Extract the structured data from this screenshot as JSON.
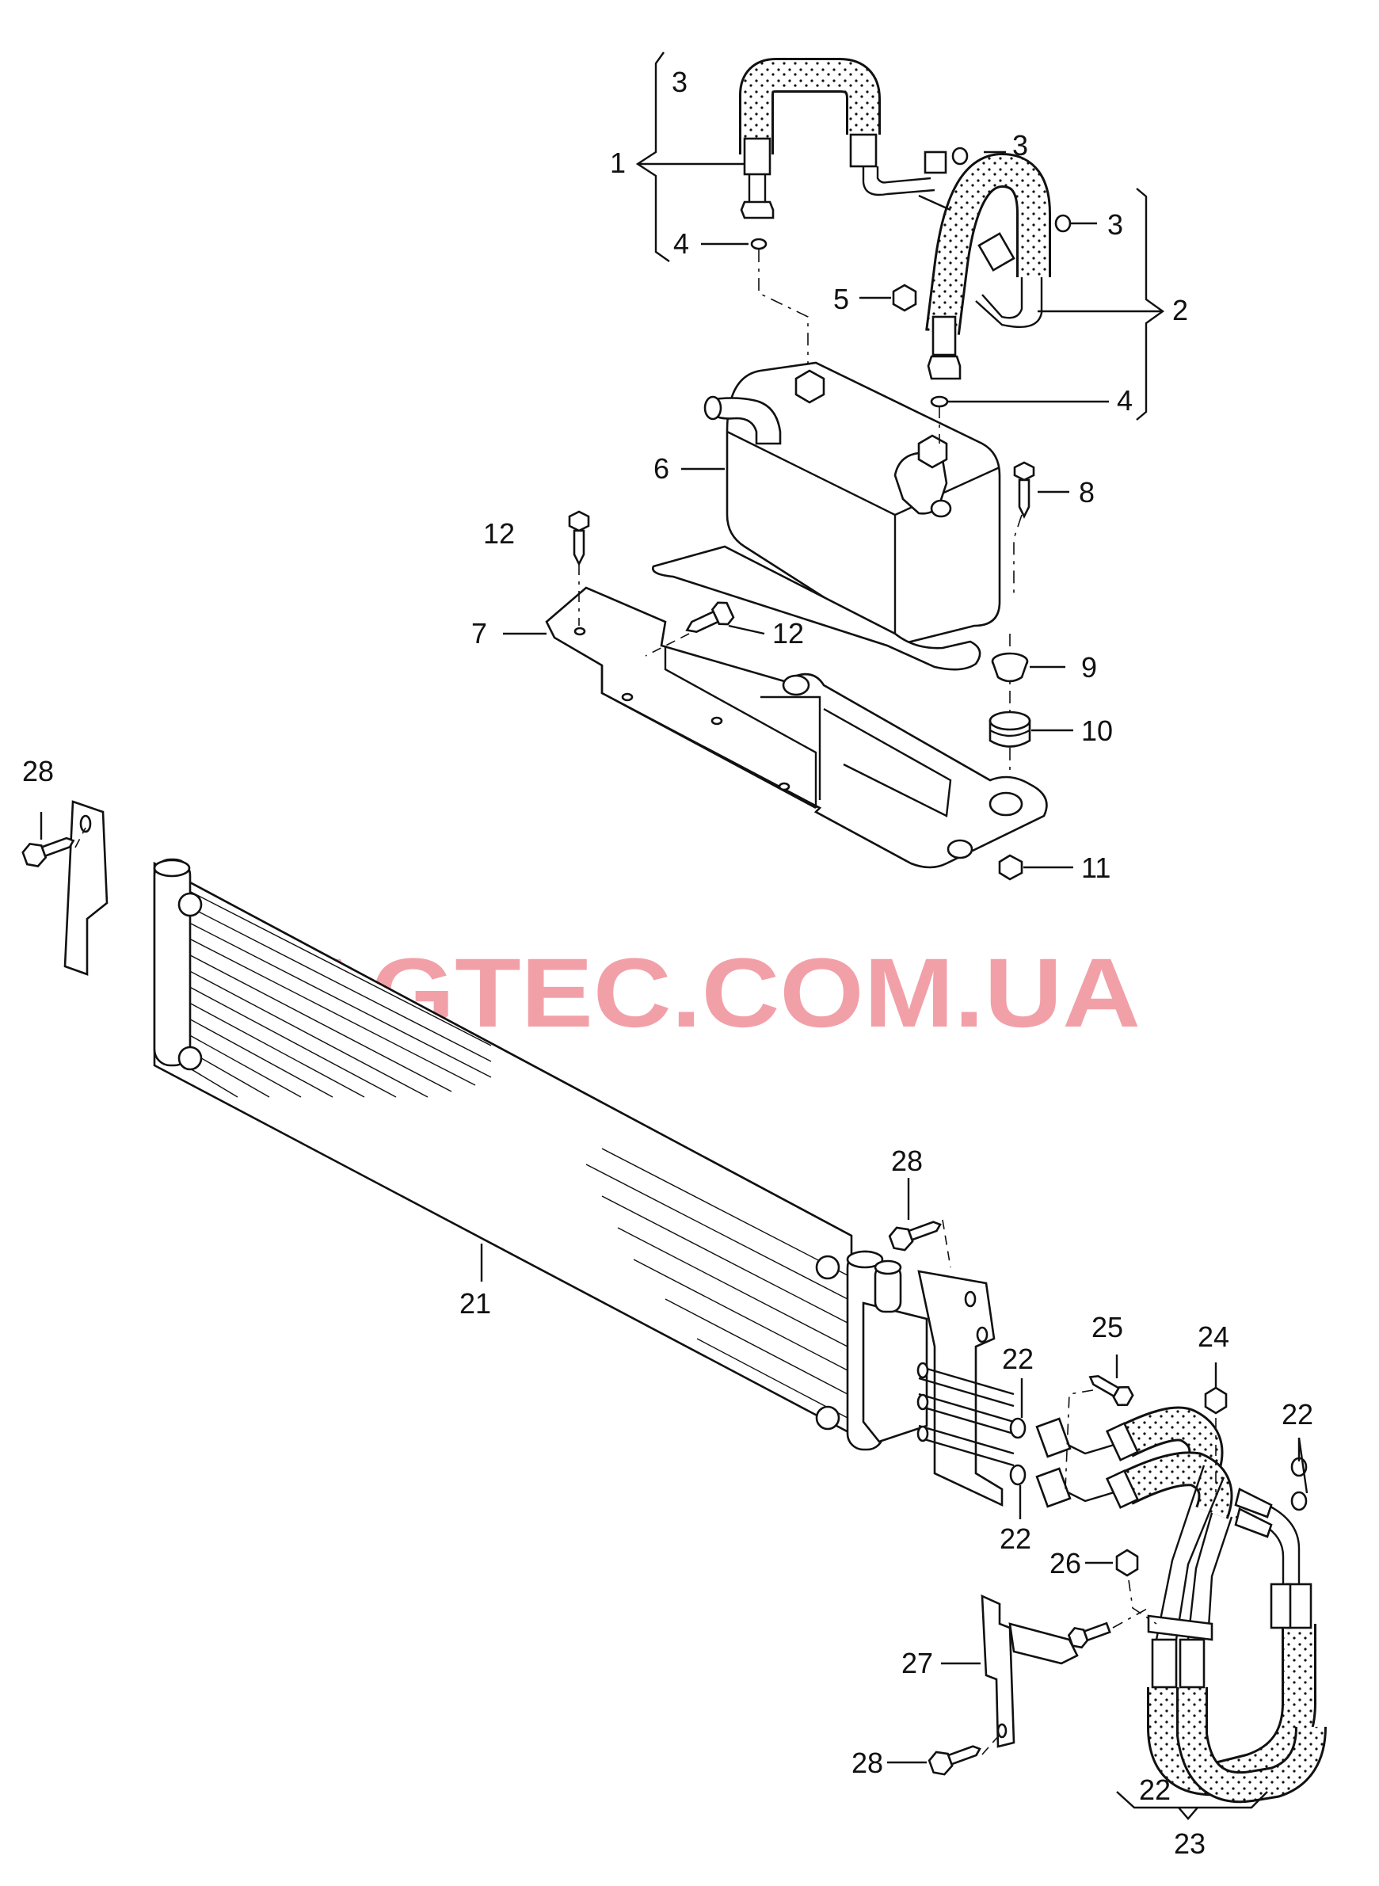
{
  "watermark": "VAGTEC.COM.UA",
  "callouts": {
    "c1": "1",
    "c2": "2",
    "c3a": "3",
    "c3b": "3",
    "c3c": "3",
    "c4a": "4",
    "c4b": "4",
    "c5": "5",
    "c6": "6",
    "c7": "7",
    "c8": "8",
    "c9": "9",
    "c10": "10",
    "c11": "11",
    "c12a": "12",
    "c12b": "12",
    "c21": "21",
    "c22a": "22",
    "c22b": "22",
    "c22c": "22",
    "c22d": "22",
    "c23": "23",
    "c24": "24",
    "c25": "25",
    "c26": "26",
    "c27": "27",
    "c28a": "28",
    "c28b": "28",
    "c28c": "28"
  }
}
